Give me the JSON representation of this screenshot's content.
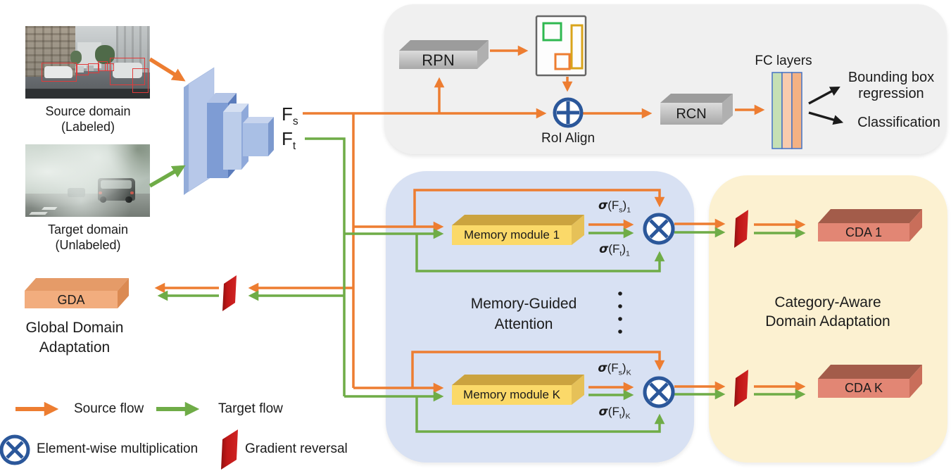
{
  "inputs": {
    "source_caption_line1": "Source domain",
    "source_caption_line2": "(Labeled)",
    "target_caption_line1": "Target domain",
    "target_caption_line2": "(Unlabeled)"
  },
  "backbone": {
    "fs_main": "F",
    "fs_sub": "s",
    "ft_main": "F",
    "ft_sub": "t"
  },
  "detection_head": {
    "rpn_label": "RPN",
    "roi_align_label": "RoI Align",
    "rcn_label": "RCN",
    "fc_layers_label": "FC layers",
    "bbox_line1": "Bounding box",
    "bbox_line2": "regression",
    "classification_label": "Classification"
  },
  "gda": {
    "block_label": "GDA",
    "caption_line1": "Global Domain",
    "caption_line2": "Adaptation"
  },
  "mga": {
    "title_line1": "Memory-Guided",
    "title_line2": "Attention",
    "module1_label": "Memory module 1",
    "moduleK_label": "Memory module K",
    "sigma_fs1": {
      "sigma": "σ",
      "rest_open": "(F",
      "sub": "s",
      "close": ")",
      "idx": "1"
    },
    "sigma_ft1": {
      "sigma": "σ",
      "rest_open": "(F",
      "sub": "t",
      "close": ")",
      "idx": "1"
    },
    "sigma_fsK": {
      "sigma": "σ",
      "rest_open": "(F",
      "sub": "s",
      "close": ")",
      "idx": "K"
    },
    "sigma_ftK": {
      "sigma": "σ",
      "rest_open": "(F",
      "sub": "t",
      "close": ")",
      "idx": "K"
    }
  },
  "cda": {
    "title_line1": "Category-Aware",
    "title_line2": "Domain Adaptation",
    "cda1_label": "CDA 1",
    "cdaK_label": "CDA K"
  },
  "legend": {
    "source_flow": "Source flow",
    "target_flow": "Target flow",
    "elementwise": "Element-wise multiplication",
    "gradient_reversal": "Gradient reversal"
  },
  "colors": {
    "source_flow": "#ED7D31",
    "target_flow": "#6FAC47",
    "symbol_blue": "#2B579A",
    "gradient_reversal_red": "#C01818",
    "memory_module_yellow": "#FBD969",
    "cda_salmon": "#E28674",
    "gda_orange": "#F2AD7E",
    "panel_gray": "#F0F0F0",
    "panel_blue": "#D8E1F3",
    "panel_yellow": "#FCF1D1"
  }
}
